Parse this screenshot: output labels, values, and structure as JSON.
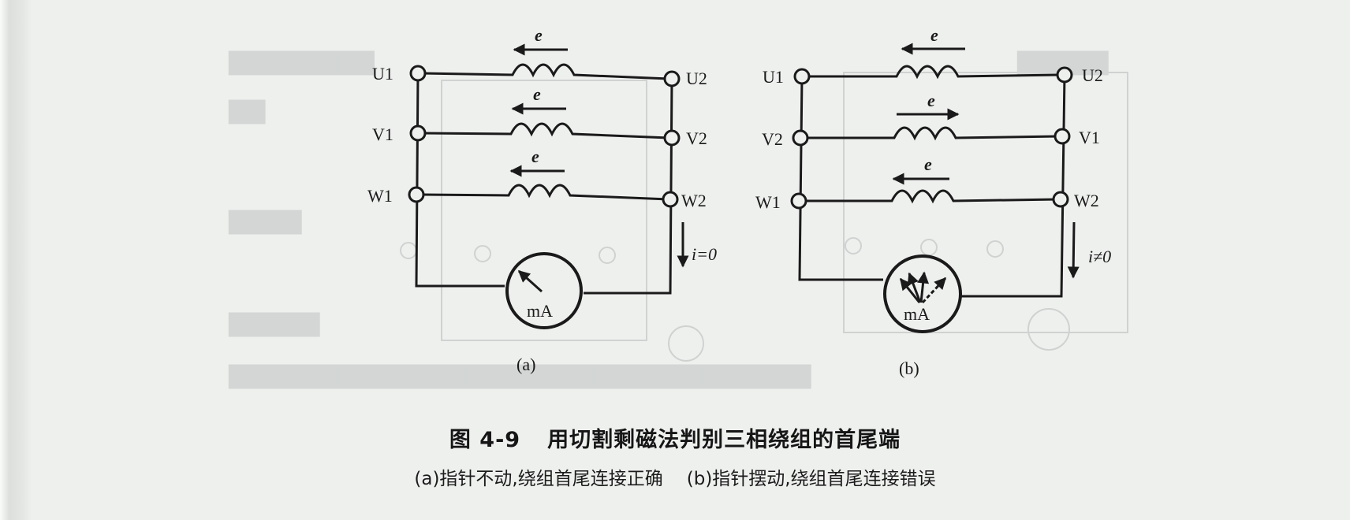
{
  "figure": {
    "number": "图 4-9",
    "title": "用切割剩磁法判别三相绕组的首尾端",
    "subcaptions": {
      "a": "(a)指针不动,绕组首尾连接正确",
      "b": "(b)指针摆动,绕组首尾连接错误"
    }
  },
  "diagram_a": {
    "label": "(a)",
    "left_terminals": [
      "U1",
      "V1",
      "W1"
    ],
    "right_terminals": [
      "U2",
      "V2",
      "W2"
    ],
    "emf_label": "e",
    "emf_directions": [
      "left",
      "left",
      "left"
    ],
    "meter_label": "mA",
    "current_label": "i=0",
    "needle_state": "still"
  },
  "diagram_b": {
    "label": "(b)",
    "left_terminals": [
      "U1",
      "V2",
      "W1"
    ],
    "right_terminals": [
      "U2",
      "V1",
      "W2"
    ],
    "emf_label": "e",
    "emf_directions": [
      "left",
      "right",
      "left"
    ],
    "meter_label": "mA",
    "current_label": "i≠0",
    "needle_state": "swinging"
  },
  "colors": {
    "ink": "#1a1a1a",
    "paper": "#eef0ee",
    "ghost_print": "#c9ccca"
  }
}
